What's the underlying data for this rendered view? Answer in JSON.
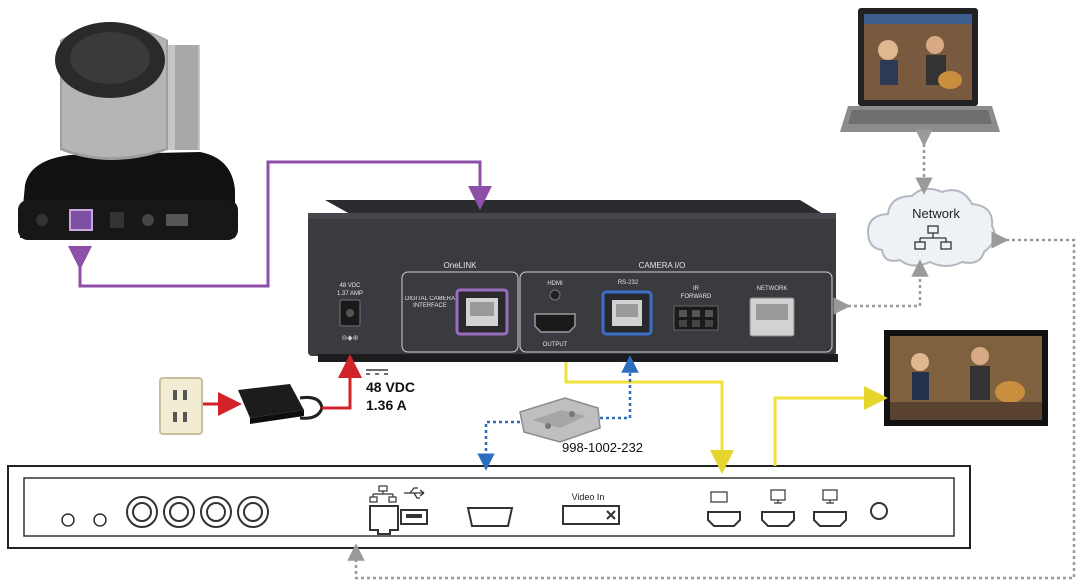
{
  "interface_box": {
    "psu_rating": "48 VDC",
    "psu_current": "1.37 AMP",
    "onelink_title": "OneLINK",
    "onelink_port_label": "DIGITAL CAMERA INTERFACE",
    "camera_io_title": "CAMERA I/O",
    "hdmi_label": "HDMI",
    "output_label": "OUTPUT",
    "rs232_label": "RS-232",
    "ir_label": "IR",
    "ir_forward_label": "FORWARD",
    "network_label": "NETWORK"
  },
  "power": {
    "voltage": "48 VDC",
    "current": "1.36 A"
  },
  "adapter_part": "998-1002-232",
  "network_cloud_label": "Network",
  "rear_panel": {
    "video_in_label": "Video In"
  },
  "colors": {
    "onelink_cable": "#8e4fa8",
    "power_cable": "#d2232a",
    "hdmi_cable": "#f0e03a",
    "rs232_cable": "#2a6ebd",
    "network_cable": "#9a9a9a",
    "interface_body": "#3a3b40",
    "onelink_highlight": "#9b6fc0",
    "rs232_highlight": "#3c6fc8"
  }
}
